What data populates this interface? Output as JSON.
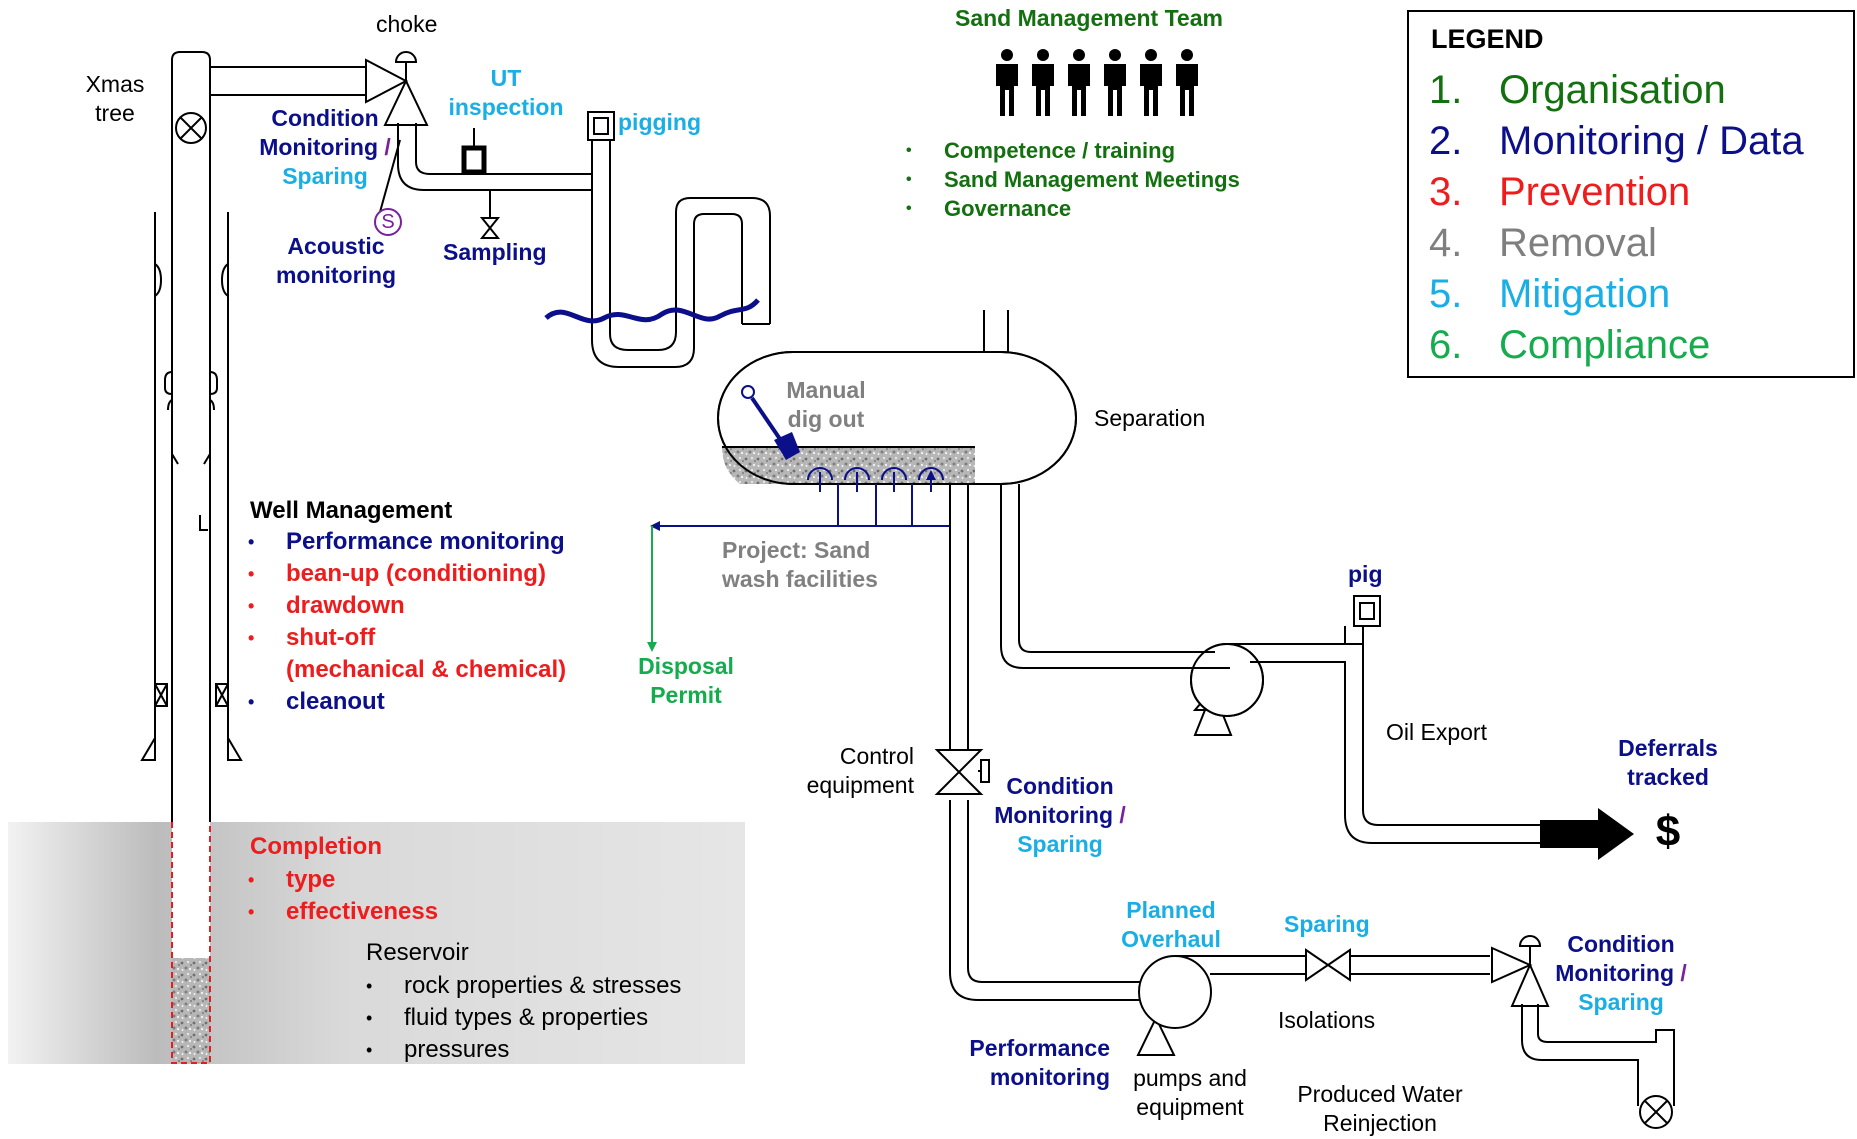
{
  "labels": {
    "xmas_tree": [
      "Xmas",
      "tree"
    ],
    "choke": "choke",
    "ut_inspection": [
      "UT",
      "inspection"
    ],
    "pigging": "pigging",
    "condition_top": {
      "line1": "Condition",
      "line2a": "Monitoring ",
      "slash": "/",
      "line3": "Sparing"
    },
    "acoustic": [
      "Acoustic",
      "monitoring"
    ],
    "acoustic_symbol": "S",
    "sampling": "Sampling",
    "team_title": "Sand Management Team",
    "team_items": [
      "Competence / training",
      "Sand Management Meetings",
      "Governance"
    ],
    "manual_dig": [
      "Manual",
      "dig out"
    ],
    "separation": "Separation",
    "sand_wash": [
      "Project: Sand",
      "wash facilities"
    ],
    "disposal": [
      "Disposal",
      "Permit"
    ],
    "pig": "pig",
    "oil_export": "Oil Export",
    "deferrals": [
      "Deferrals",
      "tracked"
    ],
    "dollar": "$",
    "control_equipment": [
      "Control",
      "equipment"
    ],
    "condition_mid": {
      "line1": "Condition",
      "line2a": "Monitoring ",
      "slash": "/",
      "line3": "Sparing"
    },
    "planned_overhaul": [
      "Planned",
      "Overhaul"
    ],
    "sparing": "Sparing",
    "isolations": "Isolations",
    "condition_right": {
      "line1": "Condition",
      "line2a": "Monitoring ",
      "slash": "/",
      "line3": "Sparing"
    },
    "performance_monitoring": [
      "Performance",
      "monitoring"
    ],
    "pumps": [
      "pumps and",
      "equipment"
    ],
    "produced_water": [
      "Produced Water",
      "Reinjection"
    ]
  },
  "well_management": {
    "title": "Well Management",
    "items": [
      {
        "text": "Performance monitoring",
        "color": "#0b0f8a"
      },
      {
        "text": "bean-up (conditioning)",
        "color": "#ee1c1c"
      },
      {
        "text": "drawdown",
        "color": "#ee1c1c"
      },
      {
        "text": "shut-off",
        "text2": "(mechanical & chemical)",
        "color": "#ee1c1c"
      },
      {
        "text": "cleanout",
        "color": "#0b0f8a"
      }
    ]
  },
  "completion": {
    "title": "Completion",
    "items": [
      "type",
      "effectiveness"
    ]
  },
  "reservoir": {
    "title": "Reservoir",
    "items": [
      "rock properties & stresses",
      "fluid types & properties",
      "pressures"
    ]
  },
  "bullet": "•",
  "legend": {
    "title": "LEGEND",
    "items": [
      {
        "num": "1.",
        "label": "Organisation",
        "color": "#13700f"
      },
      {
        "num": "2.",
        "label": "Monitoring / Data",
        "color": "#0b0f8a"
      },
      {
        "num": "3.",
        "label": "Prevention",
        "color": "#ee1c1c"
      },
      {
        "num": "4.",
        "label": "Removal",
        "color": "#7f7f7f"
      },
      {
        "num": "5.",
        "label": "Mitigation",
        "color": "#19aee6"
      },
      {
        "num": "6.",
        "label": "Compliance",
        "color": "#14ac4c"
      }
    ]
  }
}
